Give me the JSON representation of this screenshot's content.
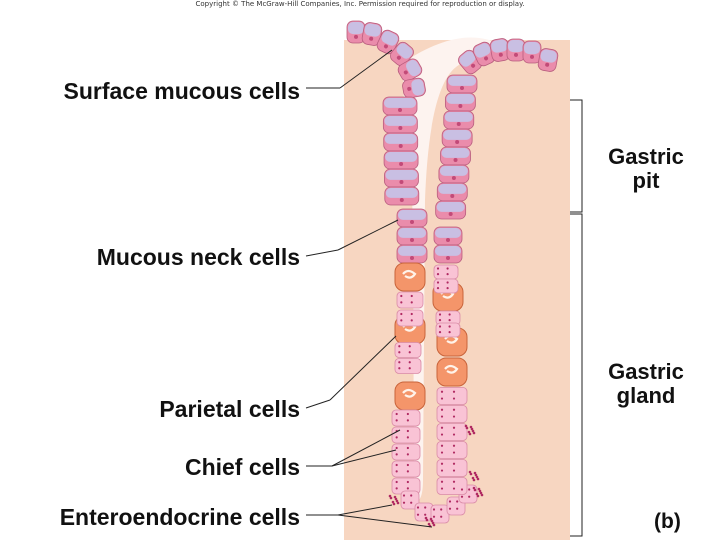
{
  "copyright": "Copyright © The McGraw-Hill Companies, Inc. Permission required for reproduction or display.",
  "labels": {
    "surface_mucous": "Surface mucous cells",
    "mucous_neck": "Mucous neck cells",
    "parietal": "Parietal cells",
    "chief": "Chief cells",
    "enteroendocrine": "Enteroendocrine cells"
  },
  "regions": {
    "pit_line1": "Gastric",
    "pit_line2": "pit",
    "gland_line1": "Gastric",
    "gland_line2": "gland"
  },
  "panel_letter": "(b)",
  "colors": {
    "lamina_propria": "#f7d6c1",
    "surface_cell_pink": "#ea8cab",
    "surface_cell_lavender": "#c9bfe3",
    "parietal_orange": "#f4956a",
    "chief_cell_pink": "#f9c3d5",
    "granule": "#b02a62",
    "leader_line": "#222222"
  }
}
